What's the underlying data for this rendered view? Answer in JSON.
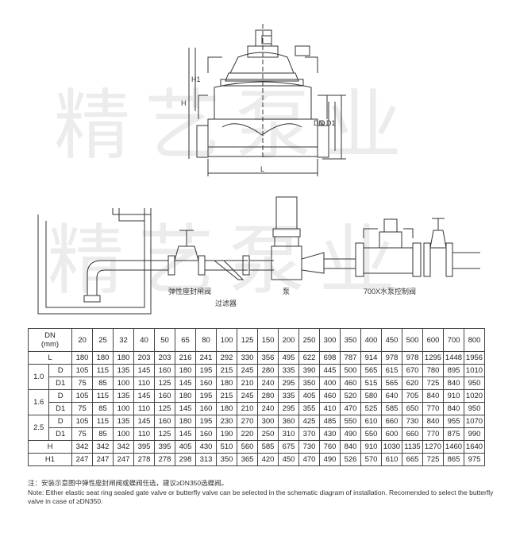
{
  "watermark": "精艺泵业",
  "drawing_labels": {
    "H": "H",
    "H1": "H1",
    "DN": "DN",
    "D": "D",
    "D1": "D1",
    "L": "L",
    "gate_valve": "弹性座封闸阀",
    "strainer": "过滤器",
    "pump": "泵",
    "control_valve": "700X水泵控制阀"
  },
  "table": {
    "dn_header": [
      "DN",
      "(mm)"
    ],
    "dn_values": [
      "20",
      "25",
      "32",
      "40",
      "50",
      "65",
      "80",
      "100",
      "125",
      "150",
      "200",
      "250",
      "300",
      "350",
      "400",
      "450",
      "500",
      "600",
      "700",
      "800"
    ],
    "L": {
      "label": "L",
      "values": [
        "180",
        "180",
        "180",
        "203",
        "203",
        "216",
        "241",
        "292",
        "330",
        "356",
        "495",
        "622",
        "698",
        "787",
        "914",
        "978",
        "978",
        "1295",
        "1448",
        "1956"
      ]
    },
    "pressure_groups": [
      {
        "pn": "1.0",
        "D": [
          "105",
          "115",
          "135",
          "145",
          "160",
          "180",
          "195",
          "215",
          "245",
          "280",
          "335",
          "390",
          "445",
          "500",
          "565",
          "615",
          "670",
          "780",
          "895",
          "1010"
        ],
        "D1": [
          "75",
          "85",
          "100",
          "110",
          "125",
          "145",
          "160",
          "180",
          "210",
          "240",
          "295",
          "350",
          "400",
          "460",
          "515",
          "565",
          "620",
          "725",
          "840",
          "950"
        ]
      },
      {
        "pn": "1.6",
        "D": [
          "105",
          "115",
          "135",
          "145",
          "160",
          "180",
          "195",
          "215",
          "245",
          "280",
          "335",
          "405",
          "460",
          "520",
          "580",
          "640",
          "705",
          "840",
          "910",
          "1020"
        ],
        "D1": [
          "75",
          "85",
          "100",
          "110",
          "125",
          "145",
          "160",
          "180",
          "210",
          "240",
          "295",
          "355",
          "410",
          "470",
          "525",
          "585",
          "650",
          "770",
          "840",
          "950"
        ]
      },
      {
        "pn": "2.5",
        "D": [
          "105",
          "115",
          "135",
          "145",
          "160",
          "180",
          "195",
          "230",
          "270",
          "300",
          "360",
          "425",
          "485",
          "550",
          "610",
          "660",
          "730",
          "840",
          "955",
          "1070"
        ],
        "D1": [
          "75",
          "85",
          "100",
          "110",
          "125",
          "145",
          "160",
          "190",
          "220",
          "250",
          "310",
          "370",
          "430",
          "490",
          "550",
          "600",
          "660",
          "770",
          "875",
          "990"
        ]
      }
    ],
    "H": {
      "label": "H",
      "values": [
        "342",
        "342",
        "342",
        "395",
        "395",
        "405",
        "430",
        "510",
        "560",
        "585",
        "675",
        "730",
        "760",
        "840",
        "910",
        "1030",
        "1135",
        "1270",
        "1460",
        "1640"
      ]
    },
    "H1": {
      "label": "H1",
      "values": [
        "247",
        "247",
        "247",
        "278",
        "278",
        "298",
        "313",
        "350",
        "365",
        "420",
        "450",
        "470",
        "490",
        "526",
        "570",
        "610",
        "665",
        "725",
        "865",
        "975"
      ]
    },
    "sub_labels": {
      "D": "D",
      "D1": "D1"
    }
  },
  "notes": {
    "cn": "注：安装示意图中弹性座封闸阀或蝶阀任选，建议≥DN350选蝶阀。",
    "en": "Note: Either elastic seat ring sealed gate valve or butterfly valve can be selected in the schematic diagram of installation. Recomended to select the butterfly valve in case of ≥DN350."
  }
}
